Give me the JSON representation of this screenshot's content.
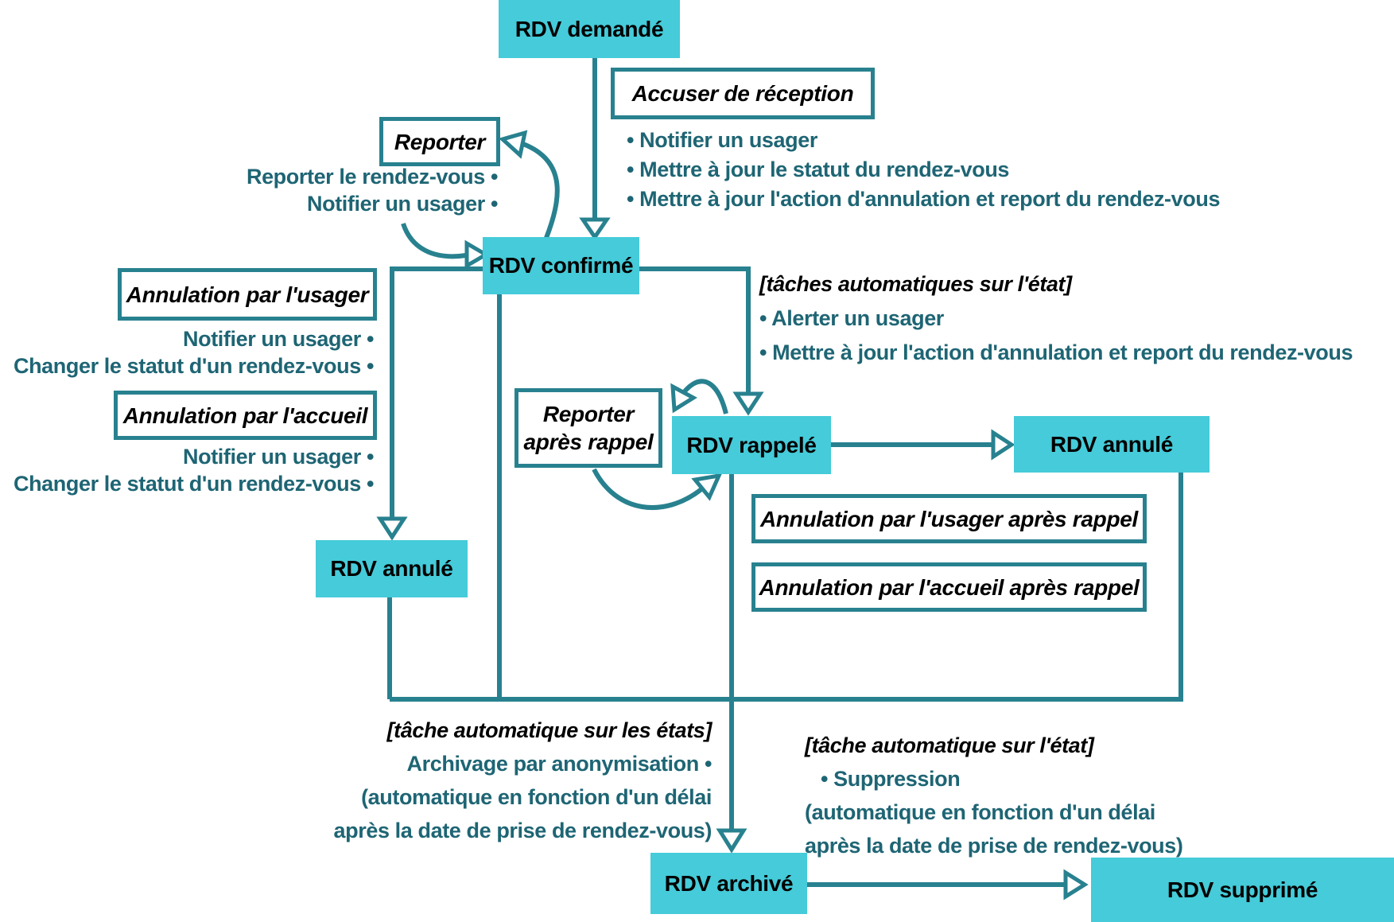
{
  "colors": {
    "state_fill": "#45CBD9",
    "connector": "#28818F",
    "note_text": "#1E6574",
    "box_text": "#000000",
    "background": "#FFFFFF"
  },
  "states": {
    "demande": "RDV demandé",
    "confirme": "RDV confirmé",
    "rappele": "RDV rappelé",
    "annule_right": "RDV annulé",
    "annule_left": "RDV annulé",
    "archive": "RDV archivé",
    "supprime": "RDV supprimé"
  },
  "actions": {
    "accuser": "Accuser de réception",
    "reporter": "Reporter",
    "annulation_usager": "Annulation par l'usager",
    "annulation_accueil": "Annulation par l'accueil",
    "reporter_apres_rappel": "Reporter après rappel",
    "annulation_usager_apres_rappel": "Annulation par l'usager après rappel",
    "annulation_accueil_apres_rappel": "Annulation par l'accueil après rappel"
  },
  "notes": {
    "accuser": [
      "• Notifier un usager",
      "• Mettre à jour le statut du rendez-vous",
      "• Mettre à jour l'action d'annulation et report du rendez-vous"
    ],
    "reporter": [
      "Reporter le rendez-vous •",
      "Notifier un usager •"
    ],
    "annulation_usager": [
      "Notifier un usager •",
      "Changer le statut d'un rendez-vous •"
    ],
    "annulation_accueil": [
      "Notifier un usager •",
      "Changer le statut d'un rendez-vous •"
    ],
    "taches_rappel": {
      "header": "[tâches automatiques sur l'état]",
      "items": [
        "• Alerter un usager",
        "• Mettre à jour l'action d'annulation et report du rendez-vous"
      ]
    },
    "archivage": {
      "header": "[tâche automatique sur les états]",
      "items": [
        "Archivage par anonymisation •",
        "(automatique en fonction d'un délai",
        "après la date de prise de rendez-vous)"
      ]
    },
    "suppression": {
      "header": "[tâche automatique sur l'état]",
      "items": [
        "• Suppression",
        "(automatique en fonction d'un délai",
        "après la date de prise de rendez-vous)"
      ]
    }
  }
}
